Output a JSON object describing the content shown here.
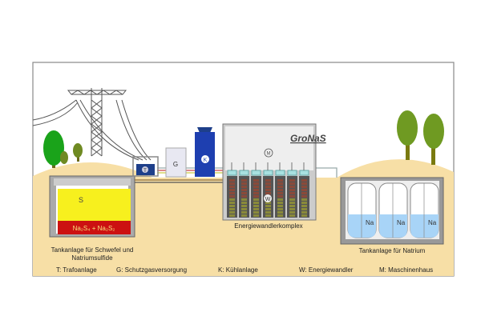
{
  "logo": "GroNaS",
  "tank_left": {
    "sulfur": "S",
    "sulfide": "Na₂S₄ + Na₂S₂",
    "label_line1": "Tankanlage für Schwefel und",
    "label_line2": "Natriumsulfide"
  },
  "units": {
    "t": "T",
    "g": "G",
    "k": "K",
    "m": "M",
    "w": "W"
  },
  "complex_label": "Energiewandlerkomplex",
  "tank_right": {
    "na": "Na",
    "label": "Tankanlage für Natrium"
  },
  "legend": [
    "T: Trafoanlage",
    "G: Schutzgasversorgung",
    "K: Kühlanlage",
    "W: Energiewandler",
    "M: Maschinenhaus"
  ],
  "colors": {
    "sand": "#f7dfa6",
    "sulfur": "#f7f01e",
    "sulfide": "#cc1111",
    "sodium": "#a8d4f7",
    "cooling": "#1e3fb0"
  }
}
